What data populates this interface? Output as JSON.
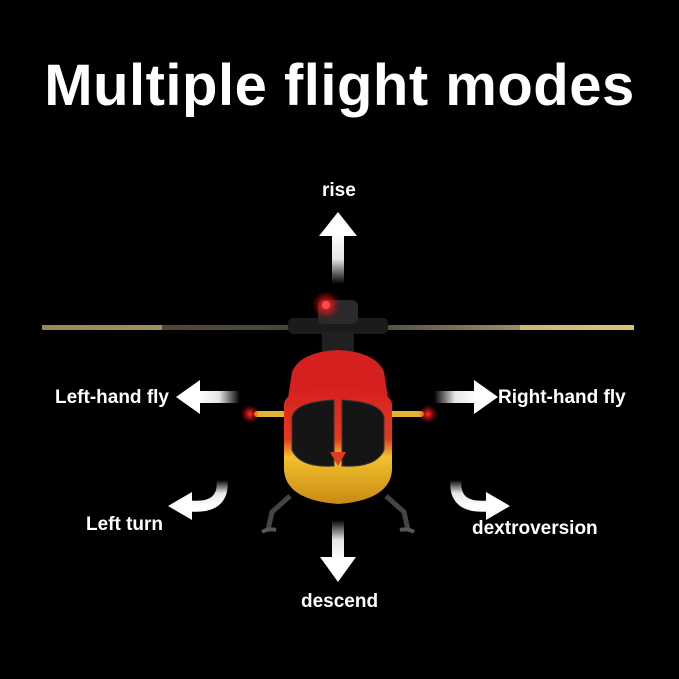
{
  "title": "Multiple flight modes",
  "modes": {
    "rise": "rise",
    "left_hand_fly": "Left-hand fly",
    "right_hand_fly": "Right-hand fly",
    "left_turn": "Left turn",
    "dextroversion": "dextroversion",
    "descend": "descend"
  },
  "colors": {
    "background": "#000000",
    "text": "#ffffff",
    "helicopter_body_red": "#d61f1f",
    "helicopter_body_yellow": "#f2c12e",
    "rotor": "#b9a36a"
  },
  "icons": [
    "arrow-up-icon",
    "arrow-left-icon",
    "arrow-right-icon",
    "turn-left-icon",
    "turn-right-icon",
    "arrow-down-icon"
  ]
}
